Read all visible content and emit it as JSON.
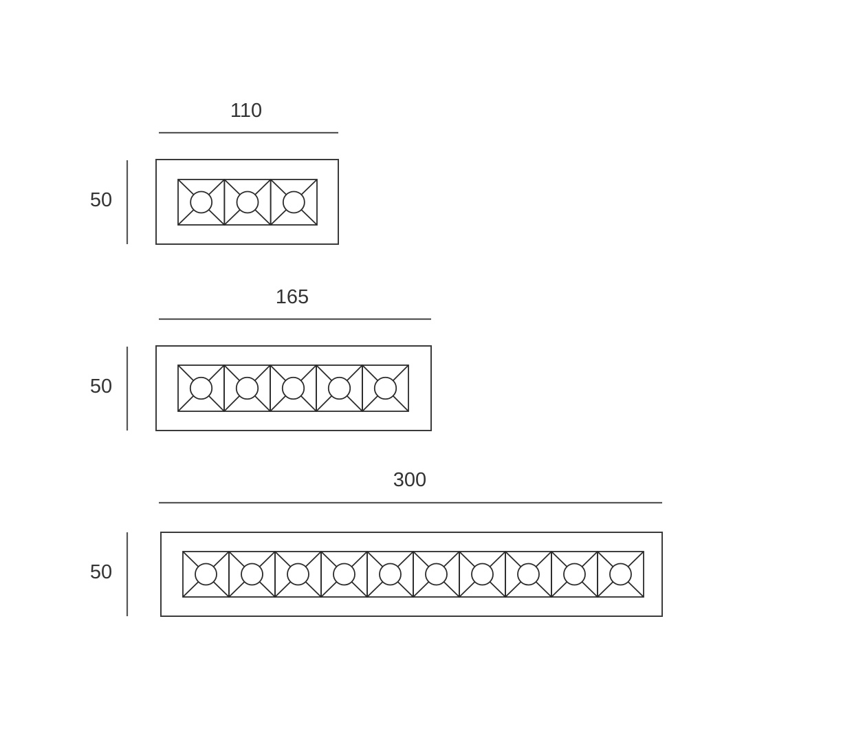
{
  "colors": {
    "background": "#ffffff",
    "line": "#333333",
    "text": "#333333"
  },
  "fixtures": [
    {
      "width_label": "110",
      "height_label": "50",
      "led_count": 3
    },
    {
      "width_label": "165",
      "height_label": "50",
      "led_count": 5
    },
    {
      "width_label": "300",
      "height_label": "50",
      "led_count": 10
    }
  ]
}
